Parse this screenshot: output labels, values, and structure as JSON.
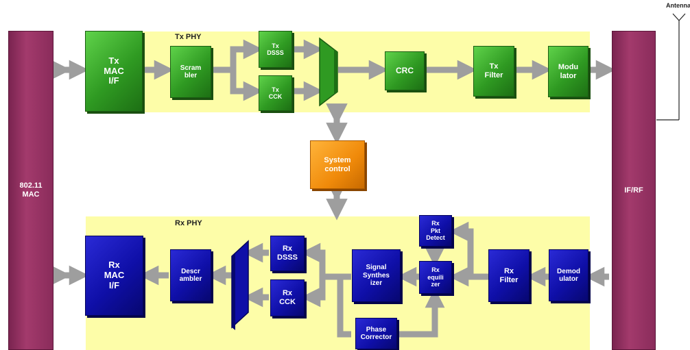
{
  "antenna_label": "Antenna",
  "regions": {
    "tx_label": "Tx PHY",
    "rx_label": "Rx PHY"
  },
  "blocks": {
    "mac": "802.11\nMAC",
    "ifrf": "IF/RF",
    "tx_mac_if": "Tx\nMAC\nI/F",
    "scrambler": "Scram\nbler",
    "tx_dsss": "Tx\nDSSS",
    "tx_cck": "Tx\nCCK",
    "crc": "CRC",
    "tx_filter": "Tx\nFilter",
    "modulator": "Modu\nlator",
    "system_control": "System\ncontrol",
    "rx_mac_if": "Rx\nMAC\nI/F",
    "descrambler": "Descr\nambler",
    "rx_dsss": "Rx\nDSSS",
    "rx_cck": "Rx\nCCK",
    "signal_synthesizer": "Signal\nSynthes\nizer",
    "rx_pkt_detect": "Rx\nPkt\nDetect",
    "rx_equilizer": "Rx\nequili\nzer",
    "rx_filter": "Rx\nFilter",
    "demodulator": "Demod\nulator",
    "phase_corrector": "Phase\nCorrector"
  },
  "colors": {
    "tx_block": "#2f9a22",
    "rx_block": "#0f0fa8",
    "control_block": "#f08a0a",
    "mac_rf_block": "#8a2c5b",
    "region": "#fdfda8",
    "arrow": "#9e9e9e"
  }
}
